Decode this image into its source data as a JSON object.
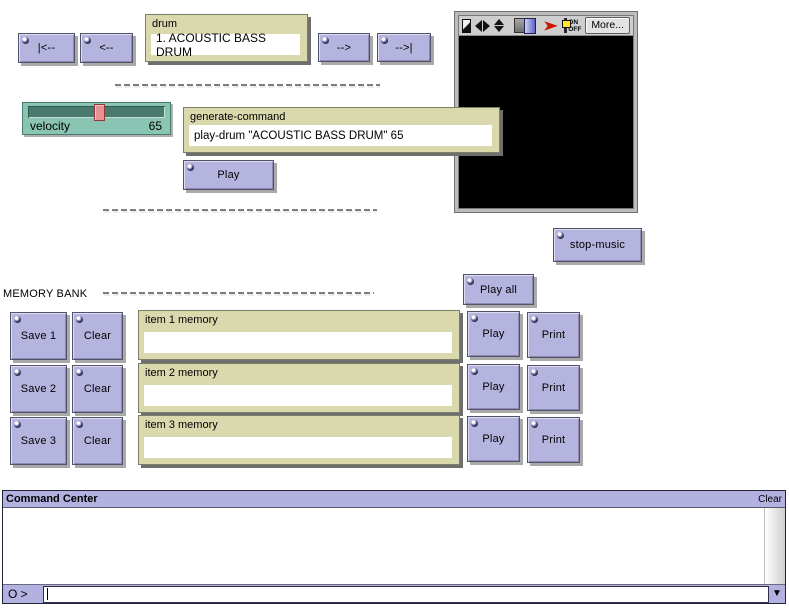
{
  "nav": {
    "first_label": "|<--",
    "prev_label": "<--",
    "next_label": "-->",
    "last_label": "-->|"
  },
  "drum": {
    "title": "drum",
    "value": "1. ACOUSTIC BASS DRUM"
  },
  "velocity": {
    "label": "velocity",
    "value": "65"
  },
  "generate_command": {
    "title": "generate-command",
    "value": "play-drum \"ACOUSTIC BASS DRUM\" 65"
  },
  "play_label": "Play",
  "stop_music_label": "stop-music",
  "play_all_label": "Play all",
  "memory_bank": {
    "label": "MEMORY BANK",
    "rows": [
      {
        "save_label": "Save 1",
        "clear_label": "Clear",
        "memory_title": "item 1 memory",
        "memory_value": "",
        "play_label": "Play",
        "print_label": "Print"
      },
      {
        "save_label": "Save 2",
        "clear_label": "Clear",
        "memory_title": "item 2 memory",
        "memory_value": "",
        "play_label": "Play",
        "print_label": "Print"
      },
      {
        "save_label": "Save 3",
        "clear_label": "Clear",
        "memory_title": "item 3 memory",
        "memory_value": "",
        "play_label": "Play",
        "print_label": "Print"
      }
    ]
  },
  "panel": {
    "more_label": "More...",
    "on_label": "ON",
    "off_label": "OFF",
    "arrow_glyph": "➤"
  },
  "command_center": {
    "title": "Command Center",
    "clear_label": "Clear",
    "prompt": "O >",
    "input_value": "",
    "dropdown_glyph": "▼"
  },
  "colors": {
    "button": "#b5b4df",
    "khaki_box": "#dad9ae",
    "slider_teal": "#8ac4b2",
    "slider_handle": "#e79191",
    "header_lavender": "#b2b1e0",
    "screen_black": "#000000",
    "red_arrow": "#cf1400",
    "toggle_yellow": "#ffe92a"
  }
}
